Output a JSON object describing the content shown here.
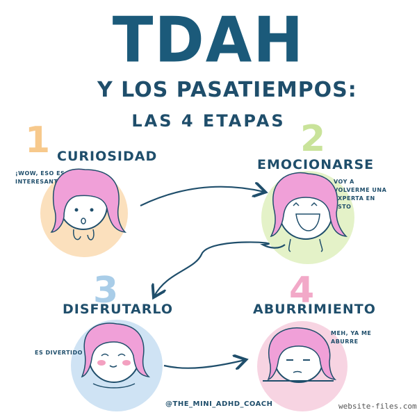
{
  "header": {
    "title": "TDAH",
    "subtitle_line1": "Y LOS PASATIEMPOS:",
    "subtitle_line2": "LAS 4 ETAPAS"
  },
  "stages": [
    {
      "number": "1",
      "title": "CURIOSIDAD",
      "quote": "¡WOW, ESO ES INTERESANTE!",
      "number_color": "#f7c98c",
      "circle_color": "#fbe0bd"
    },
    {
      "number": "2",
      "title": "EMOCIONARSE",
      "quote": "VOY A VOLVERME UNA EXPERTA EN ESTO",
      "number_color": "#c9e39a",
      "circle_color": "#e4f2c8"
    },
    {
      "number": "3",
      "title": "DISFRUTARLO",
      "quote": "ES DIVERTIDO",
      "number_color": "#a9cde8",
      "circle_color": "#cfe3f4"
    },
    {
      "number": "4",
      "title": "ABURRIMIENTO",
      "quote": "MEH, YA ME ABURRE",
      "number_color": "#f2a9c8",
      "circle_color": "#f7d4e2"
    }
  ],
  "credit": "@THE_MINI_ADHD_COACH",
  "watermark": "website-files.com",
  "colors": {
    "title": "#1b5a7a",
    "text": "#1f4e6b",
    "hair": "#f0a0d8",
    "arrow": "#1f4e6b"
  }
}
